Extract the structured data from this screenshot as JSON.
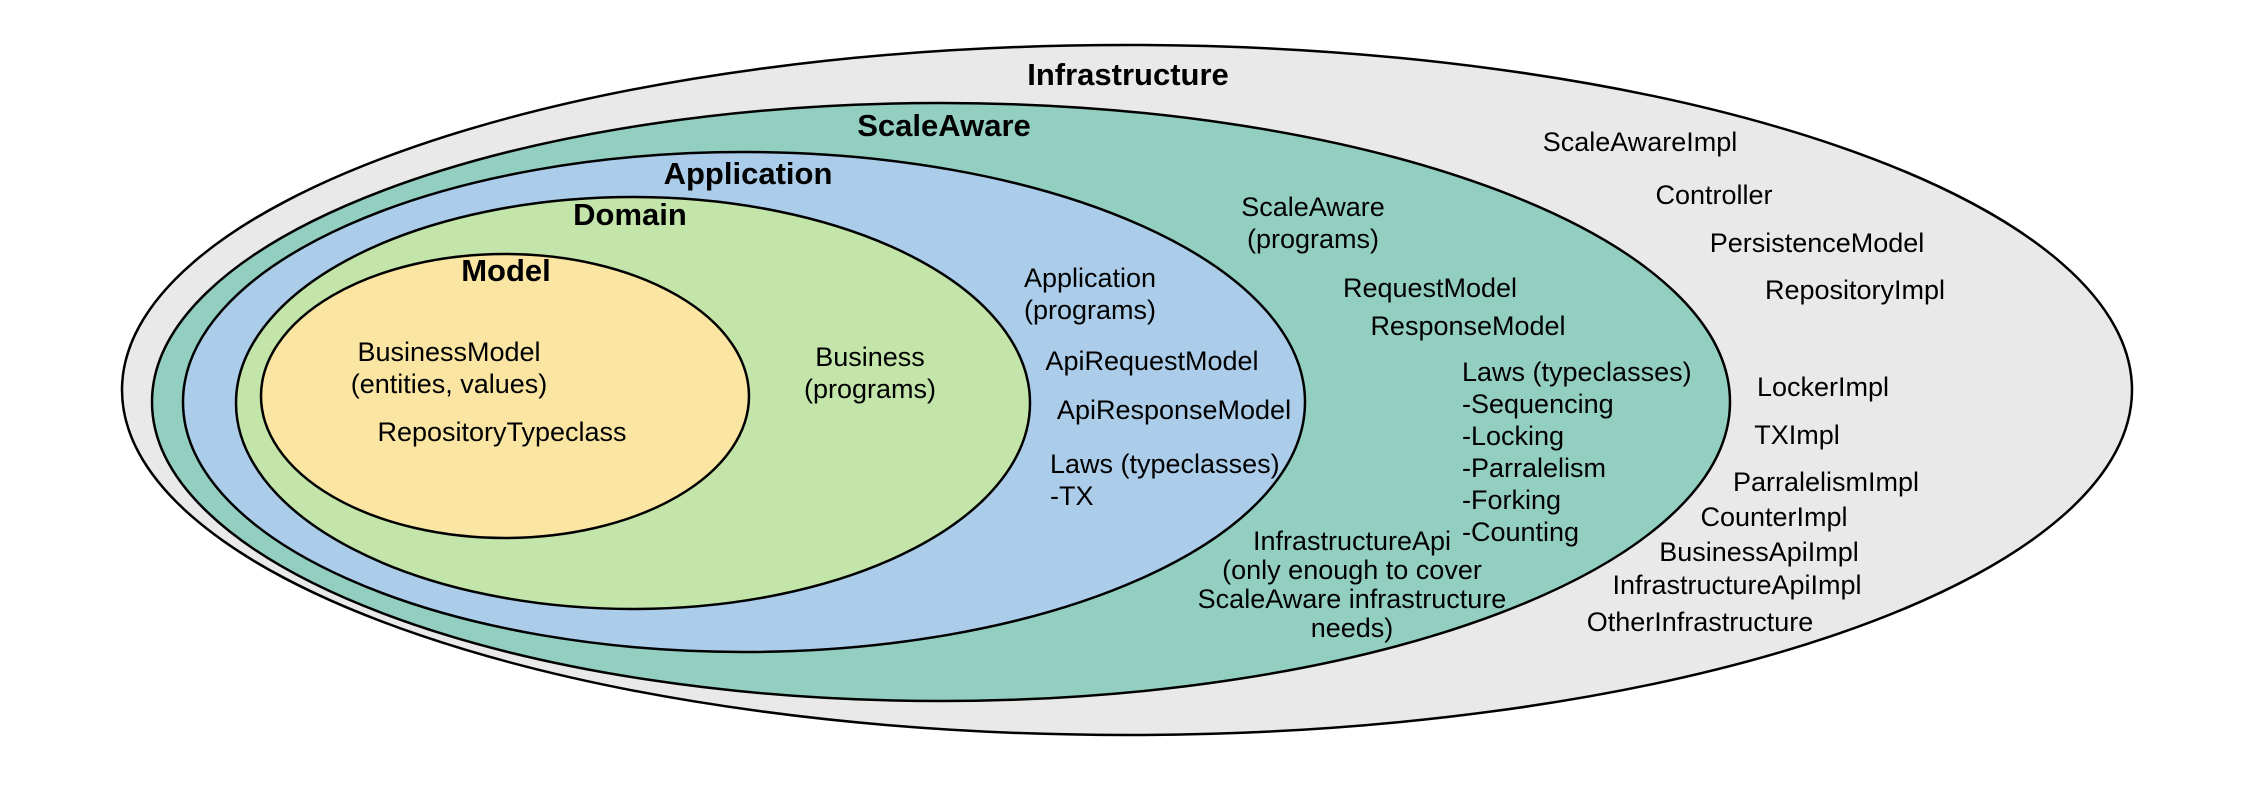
{
  "diagram": {
    "type": "nested-ellipse-architecture-diagram",
    "background": "#ffffff",
    "stroke_color": "#000000",
    "rings": [
      {
        "label": "Infrastructure",
        "fill": "#e9e9e9",
        "items": [
          {
            "text": "ScaleAwareImpl"
          },
          {
            "text": "Controller"
          },
          {
            "text": "PersistenceModel"
          },
          {
            "text": "RepositoryImpl"
          },
          {
            "text": "LockerImpl"
          },
          {
            "text": "TXImpl"
          },
          {
            "text": "ParralelismImpl"
          },
          {
            "text": "CounterImpl"
          },
          {
            "text": "BusinessApiImpl"
          },
          {
            "text": "InfrastructureApiImpl"
          },
          {
            "text": "OtherInfrastructure"
          }
        ]
      },
      {
        "label": "ScaleAware",
        "fill": "#93cfc0",
        "items": [
          {
            "text": "ScaleAware\n(programs)"
          },
          {
            "text": "RequestModel"
          },
          {
            "text": "ResponseModel"
          },
          {
            "text": "Laws (typeclasses)\n-Sequencing\n-Locking\n-Parralelism\n-Forking\n-Counting"
          },
          {
            "text": "InfrastructureApi\n(only enough to cover\nScaleAware infrastructure\nneeds)"
          }
        ]
      },
      {
        "label": "Application",
        "fill": "#abcde9",
        "items": [
          {
            "text": "Application\n(programs)"
          },
          {
            "text": "ApiRequestModel"
          },
          {
            "text": "ApiResponseModel"
          },
          {
            "text": "Laws (typeclasses)\n-TX"
          }
        ]
      },
      {
        "label": "Domain",
        "fill": "#c3e5aa",
        "items": [
          {
            "text": "Business\n(programs)"
          }
        ]
      },
      {
        "label": "Model",
        "fill": "#fae6a2",
        "items": [
          {
            "text": "BusinessModel\n(entities, values)"
          },
          {
            "text": "RepositoryTypeclass"
          }
        ]
      }
    ]
  }
}
